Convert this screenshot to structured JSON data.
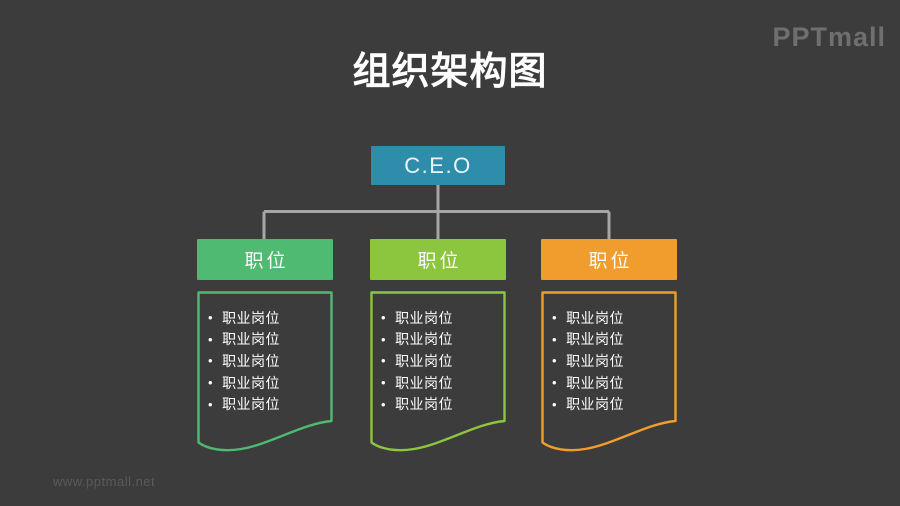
{
  "slide": {
    "title": "组织架构图",
    "logo": "PPTmall",
    "watermark": "www.pptmall.net",
    "background": "#3d3c3d"
  },
  "glyphs": {
    "bullet": "•"
  },
  "colors": {
    "connector": "#a6a6a6",
    "title_text": "#ffffff",
    "logo_text": "#6f6f6f",
    "watermark_text": "#5a5a5a"
  },
  "org_chart": {
    "root": {
      "label": "C.E.O",
      "color": "#2e8dab"
    },
    "branches": [
      {
        "label": "职位",
        "color": "#4fba71",
        "items": [
          "职业岗位",
          "职业岗位",
          "职业岗位",
          "职业岗位",
          "职业岗位"
        ]
      },
      {
        "label": "职位",
        "color": "#8cc63f",
        "items": [
          "职业岗位",
          "职业岗位",
          "职业岗位",
          "职业岗位",
          "职业岗位"
        ]
      },
      {
        "label": "职位",
        "color": "#f09d2d",
        "items": [
          "职业岗位",
          "职业岗位",
          "职业岗位",
          "职业岗位",
          "职业岗位"
        ]
      }
    ]
  }
}
